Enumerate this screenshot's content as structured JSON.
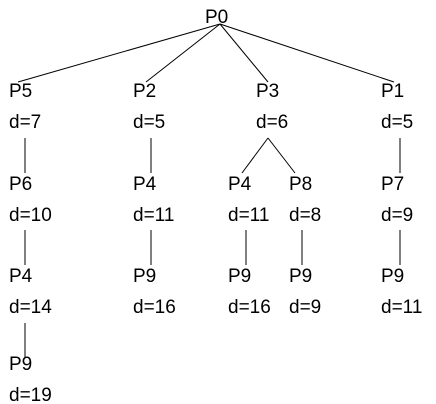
{
  "nodes": [
    {
      "id": "n0",
      "label": "P0",
      "dist": ""
    },
    {
      "id": "n1",
      "label": "P5",
      "dist": "d=7"
    },
    {
      "id": "n2",
      "label": "P2",
      "dist": "d=5"
    },
    {
      "id": "n3",
      "label": "P3",
      "dist": "d=6"
    },
    {
      "id": "n4",
      "label": "P1",
      "dist": "d=5"
    },
    {
      "id": "n5",
      "label": "P6",
      "dist": "d=10"
    },
    {
      "id": "n6",
      "label": "P4",
      "dist": "d=14"
    },
    {
      "id": "n7",
      "label": "P9",
      "dist": "d=19"
    },
    {
      "id": "n8",
      "label": "P4",
      "dist": "d=11"
    },
    {
      "id": "n9",
      "label": "P9",
      "dist": "d=16"
    },
    {
      "id": "n10",
      "label": "P4",
      "dist": "d=11"
    },
    {
      "id": "n11",
      "label": "P8",
      "dist": "d=8"
    },
    {
      "id": "n12",
      "label": "P9",
      "dist": "d=16"
    },
    {
      "id": "n13",
      "label": "P9",
      "dist": "d=9"
    },
    {
      "id": "n14",
      "label": "P7",
      "dist": "d=9"
    },
    {
      "id": "n15",
      "label": "P9",
      "dist": "d=11"
    }
  ],
  "edges": [
    {
      "from": "n0",
      "to": "n1"
    },
    {
      "from": "n0",
      "to": "n2"
    },
    {
      "from": "n0",
      "to": "n3"
    },
    {
      "from": "n0",
      "to": "n4"
    },
    {
      "from": "n1",
      "to": "n5"
    },
    {
      "from": "n5",
      "to": "n6"
    },
    {
      "from": "n6",
      "to": "n7"
    },
    {
      "from": "n2",
      "to": "n8"
    },
    {
      "from": "n8",
      "to": "n9"
    },
    {
      "from": "n3",
      "to": "n10"
    },
    {
      "from": "n3",
      "to": "n11"
    },
    {
      "from": "n10",
      "to": "n12"
    },
    {
      "from": "n11",
      "to": "n13"
    },
    {
      "from": "n4",
      "to": "n14"
    },
    {
      "from": "n14",
      "to": "n15"
    }
  ]
}
